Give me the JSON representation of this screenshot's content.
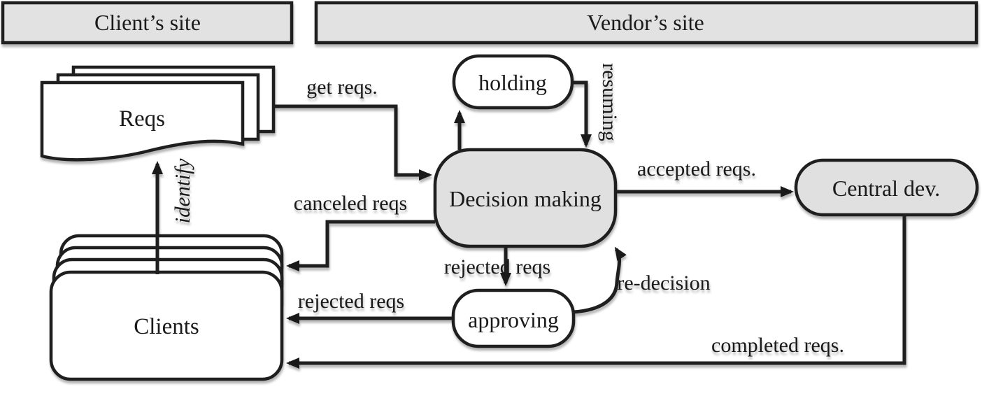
{
  "diagram": {
    "headers": {
      "client": "Client’s site",
      "vendor": "Vendor’s site"
    },
    "nodes": {
      "reqs": "Reqs",
      "clients": "Clients",
      "holding": "holding",
      "decision_making": "Decision making",
      "central_dev": "Central dev.",
      "approving": "approving"
    },
    "edges": {
      "get_reqs": "get reqs.",
      "identify": "identify",
      "resuming": "resuming",
      "canceled_reqs": "canceled reqs",
      "accepted_reqs": "accepted reqs.",
      "rejected_reqs_top": "rejected reqs",
      "rejected_reqs_left": "rejected reqs",
      "re_decision": "re-decision",
      "completed_reqs": "completed reqs."
    },
    "colors": {
      "header_fill": "#e2e2e2",
      "node_fill_gray": "#e0e0e0",
      "node_fill_white": "#ffffff",
      "line": "#1f1f1f"
    }
  }
}
